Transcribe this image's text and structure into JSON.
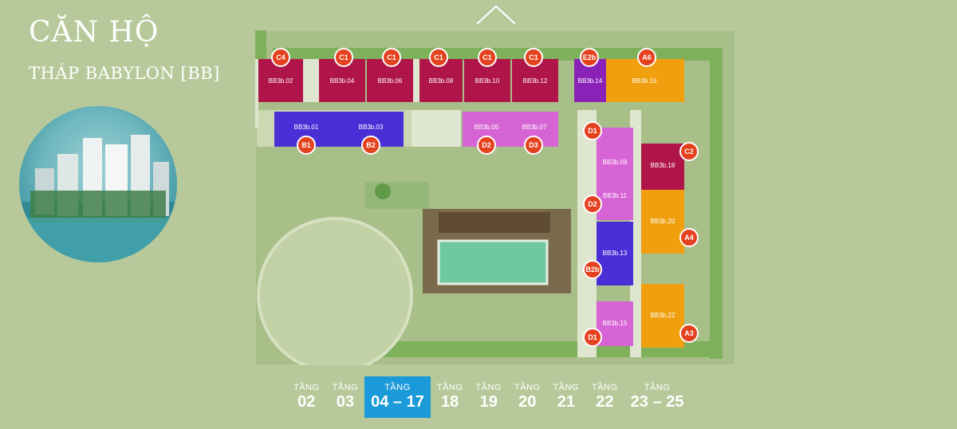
{
  "header": {
    "title": "CĂN HỘ",
    "subtitle": "THÁP BABYLON [BB]"
  },
  "colors": {
    "background": "#b7c99a",
    "C": "#b0154a",
    "B": "#4b2fd6",
    "D": "#d764d4",
    "A": "#f0a00e",
    "E": "#8a22b8",
    "badge": "#e4421f",
    "active_tab": "#1a9ad9"
  },
  "units": [
    {
      "code": "BB3b.02",
      "type": "C4",
      "color": "C"
    },
    {
      "code": "BB3b.04",
      "type": "C1",
      "color": "C"
    },
    {
      "code": "BB3b.06",
      "type": "C1",
      "color": "C"
    },
    {
      "code": "BB3b.08",
      "type": "C1",
      "color": "C"
    },
    {
      "code": "BB3b.10",
      "type": "C1",
      "color": "C"
    },
    {
      "code": "BB3b.12",
      "type": "C1",
      "color": "C"
    },
    {
      "code": "BB3b.14",
      "type": "E2b",
      "color": "E"
    },
    {
      "code": "BB3b.16",
      "type": "A6",
      "color": "A"
    },
    {
      "code": "BB3b.01",
      "type": "B1",
      "color": "B"
    },
    {
      "code": "BB3b.03",
      "type": "B2",
      "color": "B"
    },
    {
      "code": "BB3b.05",
      "type": "D2",
      "color": "D"
    },
    {
      "code": "BB3b.07",
      "type": "D3",
      "color": "D"
    },
    {
      "code": "BB3b.09",
      "type": "D1",
      "color": "D"
    },
    {
      "code": "BB3b.11",
      "type": "D2",
      "color": "D"
    },
    {
      "code": "BB3b.13",
      "type": "B2b",
      "color": "B"
    },
    {
      "code": "BB3b.15",
      "type": "D1",
      "color": "D"
    },
    {
      "code": "BB3b.18",
      "type": "C2",
      "color": "C"
    },
    {
      "code": "BB3b.20",
      "type": "A4",
      "color": "A"
    },
    {
      "code": "BB3b.22",
      "type": "A3",
      "color": "A"
    }
  ],
  "floors": [
    {
      "label": "TẦNG",
      "num": "02",
      "active": false
    },
    {
      "label": "TẦNG",
      "num": "03",
      "active": false
    },
    {
      "label": "TẦNG",
      "num": "04 – 17",
      "active": true
    },
    {
      "label": "TẦNG",
      "num": "18",
      "active": false
    },
    {
      "label": "TẦNG",
      "num": "19",
      "active": false
    },
    {
      "label": "TẦNG",
      "num": "20",
      "active": false
    },
    {
      "label": "TẦNG",
      "num": "21",
      "active": false
    },
    {
      "label": "TẦNG",
      "num": "22",
      "active": false
    },
    {
      "label": "TẦNG",
      "num": "23 – 25",
      "active": false
    }
  ]
}
